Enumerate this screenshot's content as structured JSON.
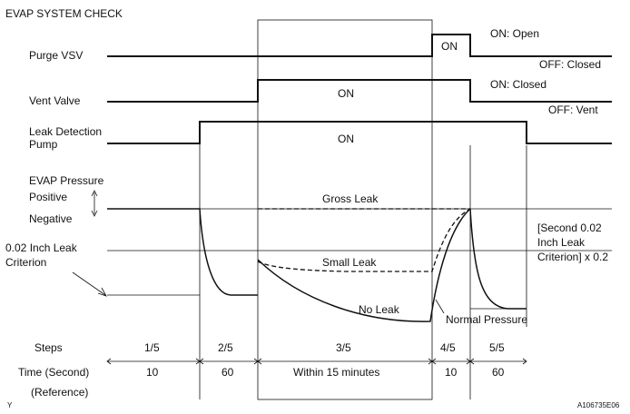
{
  "title": "EVAP SYSTEM CHECK",
  "signals": {
    "purge_vsv": {
      "label": "Purge VSV",
      "on_label": "ON",
      "open_note": "ON: Open",
      "closed_note": "OFF: Closed"
    },
    "vent_valve": {
      "label": "Vent Valve",
      "on_label": "ON",
      "closed_note": "ON: Closed",
      "vent_note": "OFF: Vent"
    },
    "leak_pump": {
      "label_line1": "Leak Detection",
      "label_line2": "Pump",
      "on_label": "ON"
    }
  },
  "pressure": {
    "header": "EVAP Pressure",
    "positive": "Positive",
    "negative": "Negative",
    "criterion_line1": "0.02 Inch Leak",
    "criterion_line2": "Criterion",
    "gross_leak": "Gross Leak",
    "small_leak": "Small Leak",
    "no_leak": "No Leak",
    "normal_pressure": "Normal Pressure",
    "second_criterion_line1": "[Second 0.02",
    "second_criterion_line2": "Inch Leak",
    "second_criterion_line3": "Criterion] x 0.2"
  },
  "steps": {
    "label": "Steps",
    "time_label": "Time (Second)",
    "reference_label": "(Reference)",
    "items": [
      {
        "step": "1/5",
        "time": "10"
      },
      {
        "step": "2/5",
        "time": "60"
      },
      {
        "step": "3/5",
        "time": "Within 15 minutes"
      },
      {
        "step": "4/5",
        "time": "10"
      },
      {
        "step": "5/5",
        "time": "60"
      }
    ]
  },
  "corner_mark": "Y",
  "figure_id": "A106735E06"
}
